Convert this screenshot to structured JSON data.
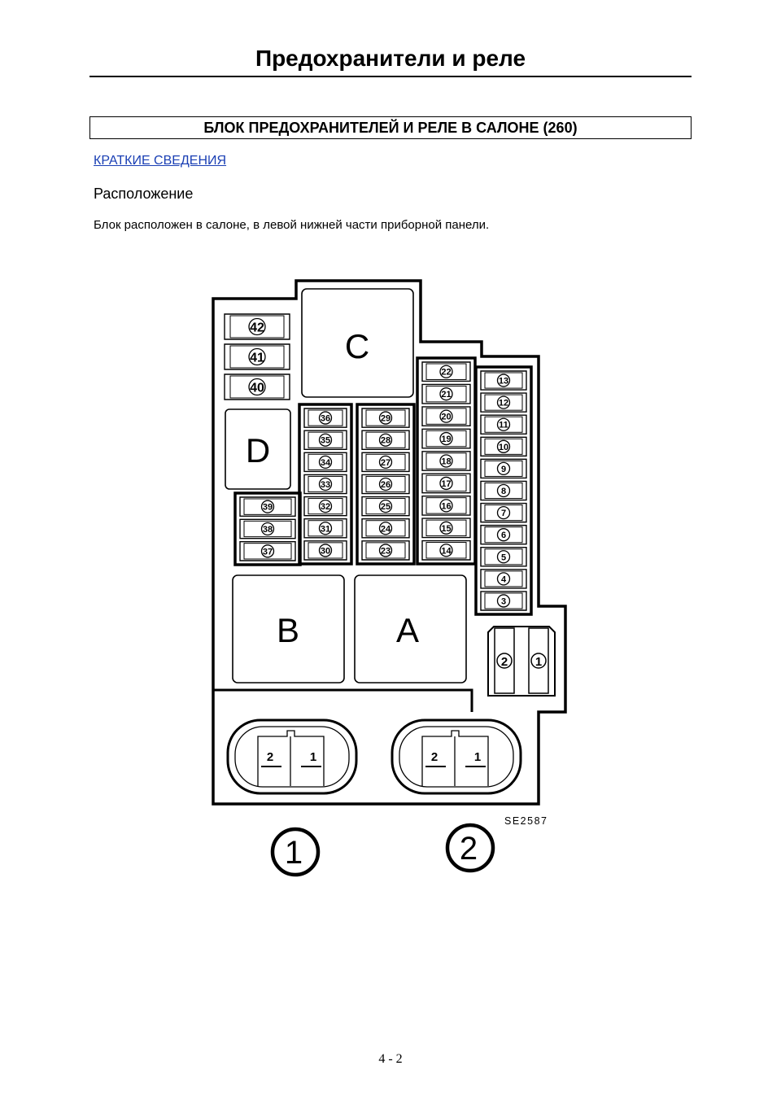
{
  "header": {
    "title": "Предохранители и реле"
  },
  "section": {
    "title": "БЛОК ПРЕДОХРАНИТЕЛЕЙ И РЕЛЕ В САЛОНЕ (260)",
    "link": "КРАТКИЕ СВЕДЕНИЯ",
    "subheading": "Расположение",
    "text": "Блок расположен в салоне, в левой нижней части приборной панели."
  },
  "diagram": {
    "relays": {
      "a": "A",
      "b": "B",
      "c": "C",
      "d": "D"
    },
    "fuses": {
      "top_left": [
        "42",
        "41",
        "40"
      ],
      "col_37_39": [
        "39",
        "38",
        "37"
      ],
      "col_30_36": [
        "36",
        "35",
        "34",
        "33",
        "32",
        "31",
        "30"
      ],
      "col_23_29": [
        "29",
        "28",
        "27",
        "26",
        "25",
        "24",
        "23"
      ],
      "col_14_22": [
        "22",
        "21",
        "20",
        "19",
        "18",
        "17",
        "16",
        "15",
        "14"
      ],
      "col_3_13": [
        "13",
        "12",
        "11",
        "10",
        "9",
        "8",
        "7",
        "6",
        "5",
        "4",
        "3"
      ],
      "maxi": [
        "2",
        "1"
      ]
    },
    "connectors": [
      {
        "pin_left": "2",
        "pin_right": "1"
      },
      {
        "pin_left": "2",
        "pin_right": "1"
      }
    ],
    "connector_labels": [
      "1",
      "2"
    ],
    "figure_id": "SE2587"
  },
  "footer": {
    "page": "4 - 2"
  }
}
